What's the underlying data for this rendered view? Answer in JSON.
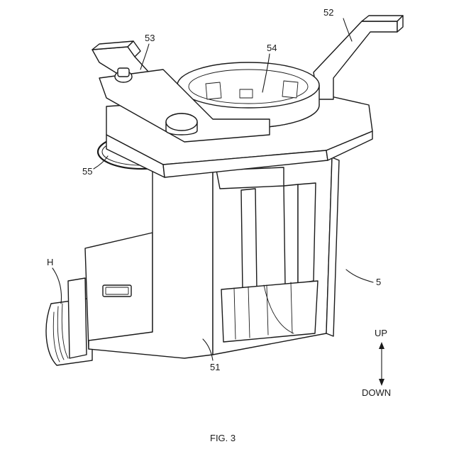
{
  "labels": {
    "ref_52": "52",
    "ref_53": "53",
    "ref_54": "54",
    "ref_55": "55",
    "ref_H": "H",
    "ref_5": "5",
    "ref_51": "51",
    "dir_up": "UP",
    "dir_down": "DOWN"
  },
  "caption": "FIG. 3"
}
